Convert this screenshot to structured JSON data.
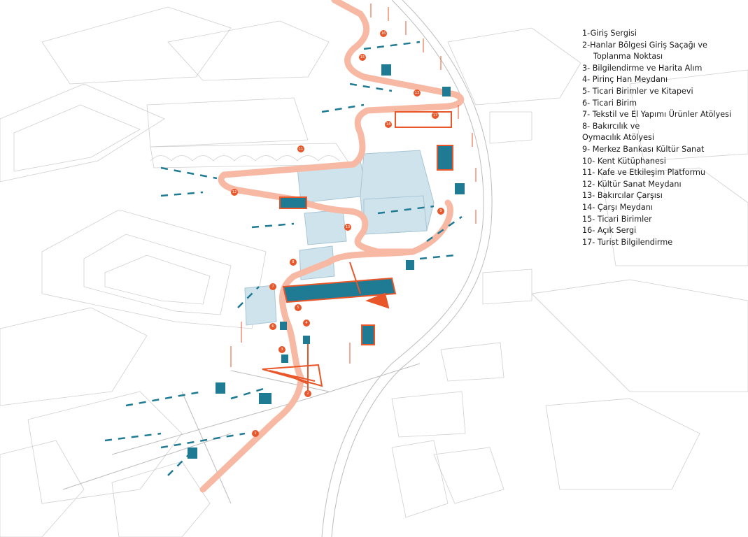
{
  "legend": {
    "items": [
      {
        "number": "1",
        "text": "1-Giriş Sergisi"
      },
      {
        "number": "2",
        "text": "2-Hanlar Bölgesi Giriş Saçağı ve",
        "text2": "Toplanma Noktası"
      },
      {
        "number": "3",
        "text": "3- Bilgilendirme ve Harita Alım"
      },
      {
        "number": "4",
        "text": "4- Pirinç Han Meydanı"
      },
      {
        "number": "5",
        "text": "5- Ticari Birimler ve Kitapevi"
      },
      {
        "number": "6",
        "text": "6- Ticari Birim"
      },
      {
        "number": "7",
        "text": "7- Tekstil ve El Yapımı Ürünler Atölyesi"
      },
      {
        "number": "8",
        "text": "8- Bakırcılık ve",
        "text2": "Oymacılık Atölyesi"
      },
      {
        "number": "9",
        "text": "9- Merkez Bankası Kültür Sanat"
      },
      {
        "number": "10",
        "text": "10- Kent Kütüphanesi"
      },
      {
        "number": "11",
        "text": "11- Kafe ve Etkileşim Platformu"
      },
      {
        "number": "12",
        "text": "12- Kültür Sanat Meydanı"
      },
      {
        "number": "13",
        "text": "13- Bakırcılar Çarşısı"
      },
      {
        "number": "14",
        "text": "14- Çarşı Meydanı"
      },
      {
        "number": "15",
        "text": "15- Ticari Birimler"
      },
      {
        "number": "16",
        "text": "16- Açık Sergi"
      },
      {
        "number": "17",
        "text": "17- Turist Bilgilendirme"
      }
    ]
  },
  "markers": [
    "1",
    "2",
    "3",
    "4",
    "5",
    "6",
    "7",
    "8",
    "9",
    "10",
    "11",
    "12",
    "13",
    "14",
    "15",
    "16",
    "17"
  ],
  "colors": {
    "route": "#f7b9a3",
    "accent": "#e8562a",
    "structure": "#1f7a93",
    "building": "#cfe3ec",
    "linework": "#c9c9c9"
  }
}
